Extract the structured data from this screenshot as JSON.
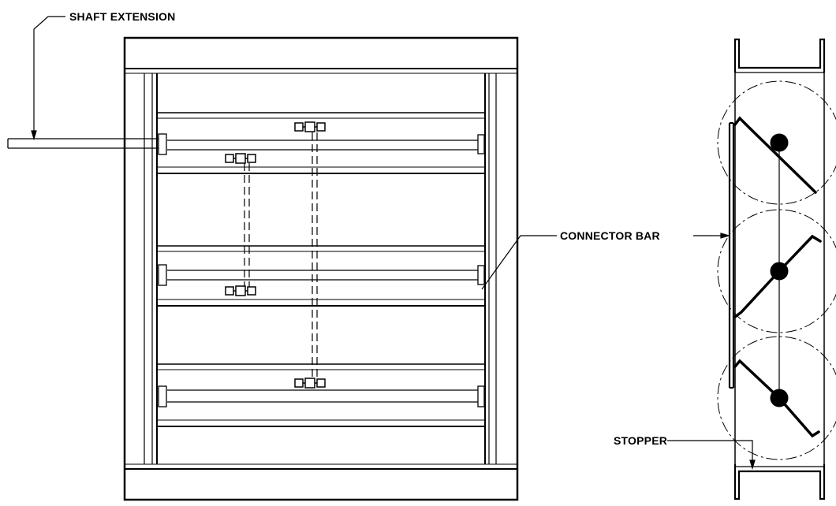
{
  "labels": {
    "shaft_extension": "SHAFT EXTENSION",
    "connector_bar": "CONNECTOR BAR",
    "stopper": "STOPPER"
  },
  "colors": {
    "line": "#000000",
    "background": "#ffffff"
  }
}
